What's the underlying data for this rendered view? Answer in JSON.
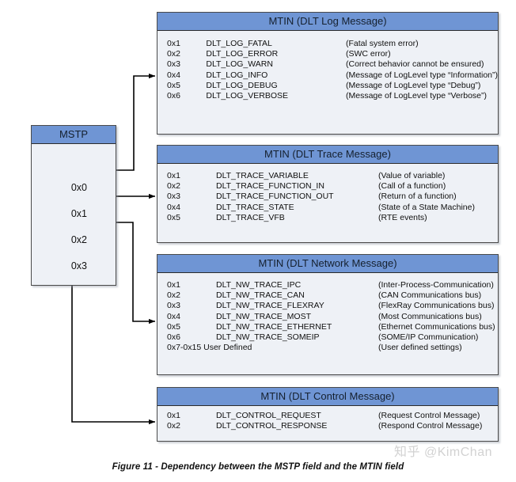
{
  "caption": "Figure 11 - Dependency between the MSTP field and the MTIN field",
  "watermark": "知乎 @KimChan",
  "colors": {
    "header_blue": "#6f95d4",
    "body_fill": "#eef1f6",
    "border": "#4a4a4a",
    "text": "#101010"
  },
  "mstp": {
    "title": "MSTP",
    "values": [
      "0x0",
      "0x1",
      "0x2",
      "0x3"
    ]
  },
  "mtin_boxes": [
    {
      "id": "log",
      "title": "MTIN (DLT Log Message)",
      "rows": [
        {
          "code": "0x1",
          "name": "DLT_LOG_FATAL",
          "desc": "(Fatal system error)"
        },
        {
          "code": "0x2",
          "name": "DLT_LOG_ERROR",
          "desc": "(SWC error)"
        },
        {
          "code": "0x3",
          "name": "DLT_LOG_WARN",
          "desc": "(Correct behavior cannot be ensured)"
        },
        {
          "code": "0x4",
          "name": "DLT_LOG_INFO",
          "desc": "(Message of LogLevel type “Information”)"
        },
        {
          "code": "0x5",
          "name": "DLT_LOG_DEBUG",
          "desc": "(Message of LogLevel type “Debug”)"
        },
        {
          "code": "0x6",
          "name": "DLT_LOG_VERBOSE",
          "desc": "(Message of LogLevel type “Verbose”)"
        }
      ]
    },
    {
      "id": "trace",
      "title": "MTIN (DLT Trace Message)",
      "rows": [
        {
          "code": "0x1",
          "name": "DLT_TRACE_VARIABLE",
          "desc": "(Value of variable)"
        },
        {
          "code": "0x2",
          "name": "DLT_TRACE_FUNCTION_IN",
          "desc": "(Call of a function)"
        },
        {
          "code": "0x3",
          "name": "DLT_TRACE_FUNCTION_OUT",
          "desc": "(Return of a function)"
        },
        {
          "code": "0x4",
          "name": "DLT_TRACE_STATE",
          "desc": "(State of a State Machine)"
        },
        {
          "code": "0x5",
          "name": "DLT_TRACE_VFB",
          "desc": "(RTE events)"
        }
      ]
    },
    {
      "id": "network",
      "title": "MTIN (DLT Network Message)",
      "rows": [
        {
          "code": "0x1",
          "name": "DLT_NW_TRACE_IPC",
          "desc": "(Inter-Process-Communication)"
        },
        {
          "code": "0x2",
          "name": "DLT_NW_TRACE_CAN",
          "desc": "(CAN Communications bus)"
        },
        {
          "code": "0x3",
          "name": "DLT_NW_TRACE_FLEXRAY",
          "desc": "(FlexRay Communications bus)"
        },
        {
          "code": "0x4",
          "name": "DLT_NW_TRACE_MOST",
          "desc": "(Most Communications bus)"
        },
        {
          "code": "0x5",
          "name": "DLT_NW_TRACE_ETHERNET",
          "desc": "(Ethernet Communications bus)"
        },
        {
          "code": "0x6",
          "name": "DLT_NW_TRACE_SOMEIP",
          "desc": "(SOME/IP Communication)"
        },
        {
          "code": "0x7-0x15 User Defined",
          "name": "",
          "desc": "(User defined settings)",
          "merged": true
        }
      ]
    },
    {
      "id": "control",
      "title": "MTIN (DLT Control Message)",
      "rows": [
        {
          "code": "0x1",
          "name": "DLT_CONTROL_REQUEST",
          "desc": "(Request Control Message)"
        },
        {
          "code": "0x2",
          "name": "DLT_CONTROL_RESPONSE",
          "desc": "(Respond Control Message)"
        }
      ]
    }
  ],
  "connections": [
    {
      "from": "0x0",
      "to": "log"
    },
    {
      "from": "0x1",
      "to": "trace"
    },
    {
      "from": "0x2",
      "to": "network"
    },
    {
      "from": "0x3",
      "to": "control"
    }
  ]
}
